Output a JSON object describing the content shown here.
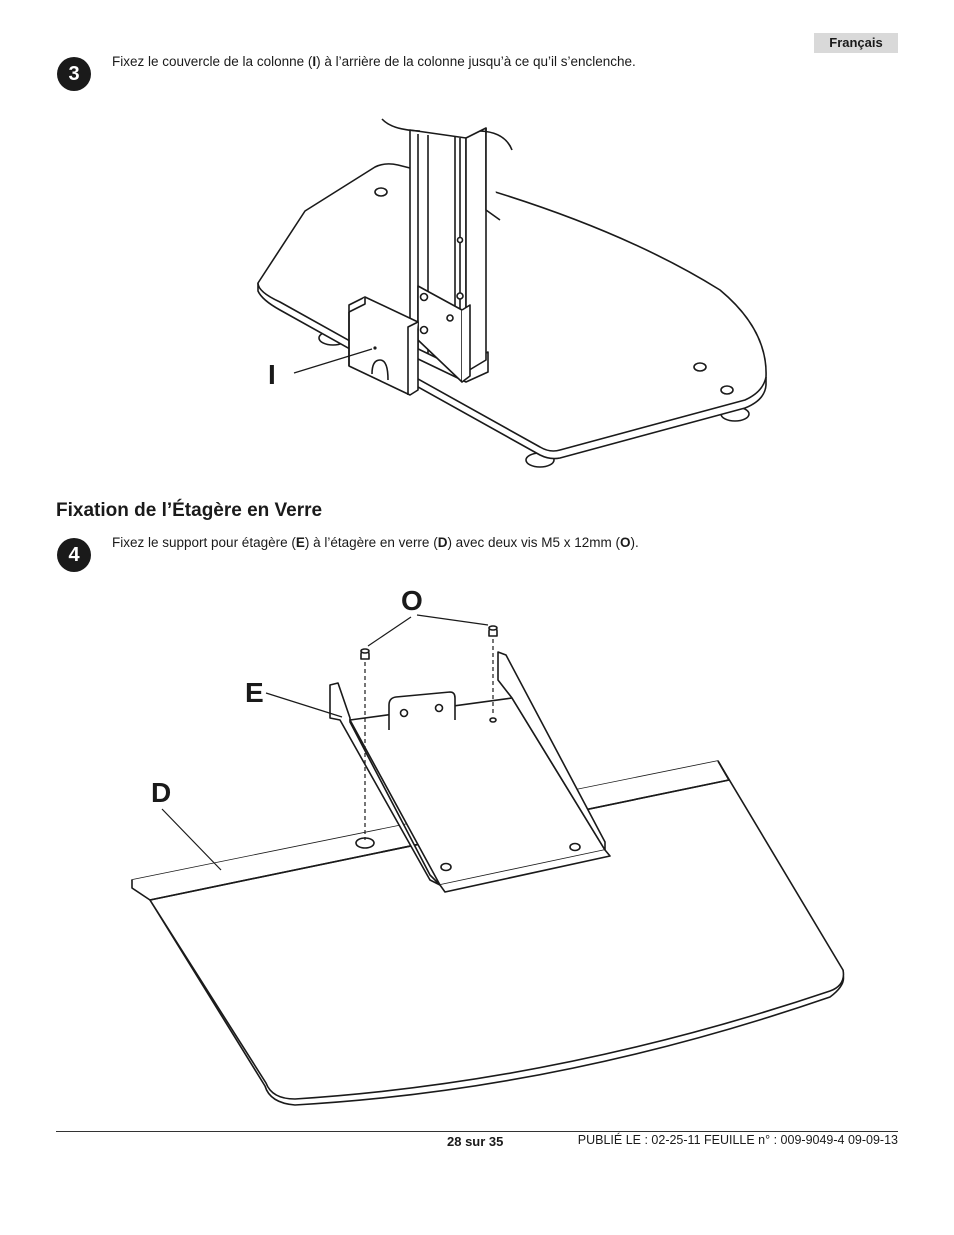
{
  "header": {
    "language": "Français"
  },
  "step3": {
    "number": "3",
    "text_before": "Fixez le couvercle de la colonne (",
    "bold": "I",
    "text_after": ") à l’arrière de la colonne jusqu’à ce qu’il s’enclenche.",
    "figure_label": "I"
  },
  "section": {
    "heading": "Fixation de l’Étagère en Verre"
  },
  "step4": {
    "number": "4",
    "t1": "Fixez le support pour étagère (",
    "b1": "E",
    "t2": ") à l’étagère en verre (",
    "b2": "D",
    "t3": ") avec deux vis M5 x 12mm (",
    "b3": "O",
    "t4": ").",
    "labels": {
      "o": "O",
      "e": "E",
      "d": "D"
    }
  },
  "footer": {
    "page": "28 sur 35",
    "published": "PUBLIÉ LE : 02-25-11  FEUILLE n° : 009-9049-4  09-09-13"
  }
}
